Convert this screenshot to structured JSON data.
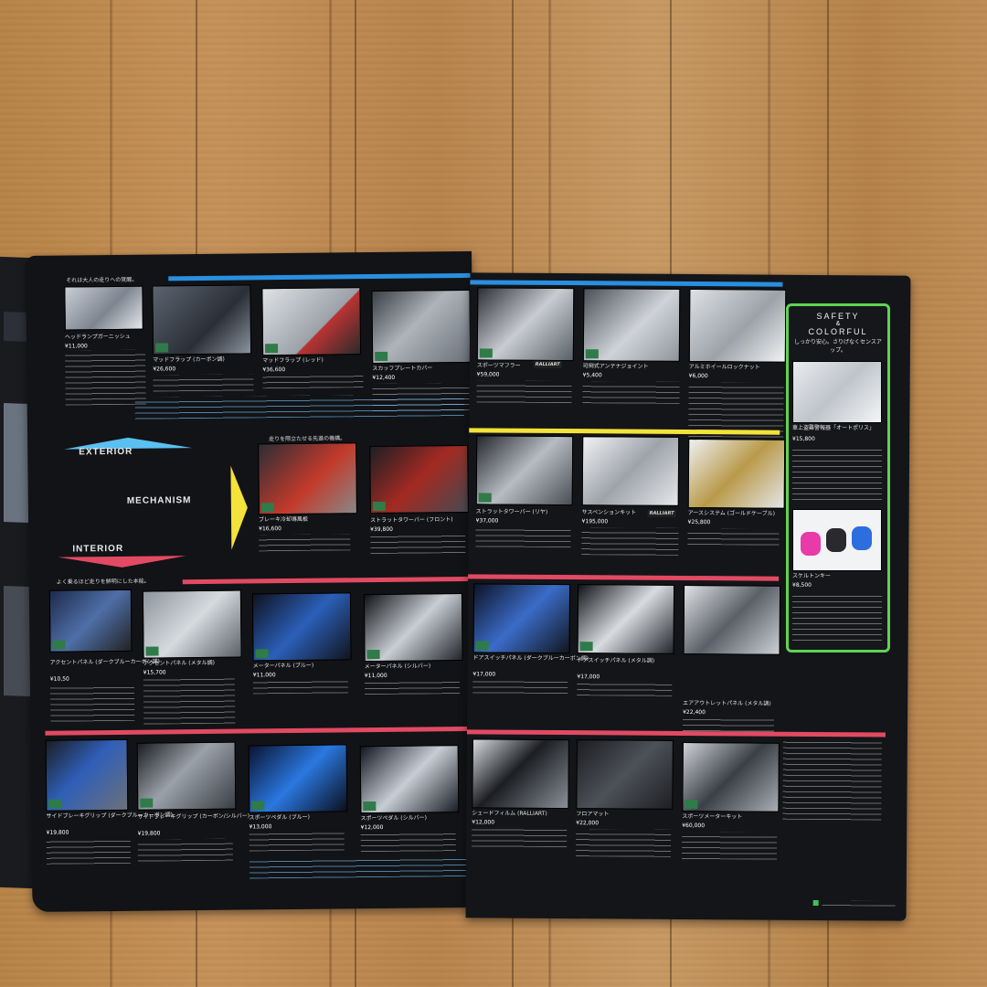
{
  "header": {
    "top_tagline": "それは大人の走りへの覚醒。"
  },
  "categories": {
    "exterior": "EXTERIOR",
    "mechanism": "MECHANISM",
    "interior": "INTERIOR"
  },
  "sections": {
    "mechanism_tagline": "走りを際立たせる先進の機構。",
    "interior_tagline": "よく乗るほど走りを鮮明にした本能。"
  },
  "safety": {
    "title_line1": "SAFETY",
    "title_amp": "&",
    "title_line2": "COLORFUL",
    "subtitle": "しっかり安心。さりげなくセンスアップ。"
  },
  "brand_tag": "RALLIART",
  "exterior_items": [
    {
      "name": "ヘッドランプガーニッシュ",
      "price": "¥11,000"
    },
    {
      "name": "マッドフラップ (カーボン調)",
      "price": "¥26,600"
    },
    {
      "name": "マッドフラップ (レッド)",
      "price": "¥36,600"
    },
    {
      "name": "スカッフプレートカバー",
      "price": "¥12,400"
    },
    {
      "name": "スポーツマフラー",
      "price": "¥59,000"
    },
    {
      "name": "可倒式アンテナジョイント",
      "price": "¥5,400"
    },
    {
      "name": "アルミホイールロックナット",
      "price": "¥6,000"
    }
  ],
  "mechanism_items": [
    {
      "name": "ブレーキ冷却導風板",
      "price": "¥16,600"
    },
    {
      "name": "ストラットタワーバー (フロント)",
      "price": "¥39,800"
    },
    {
      "name": "ストラットタワーバー (リヤ)",
      "price": "¥37,000"
    },
    {
      "name": "サスペンションキット",
      "price": "¥195,000"
    },
    {
      "name": "アースシステム (ゴールドケーブル)",
      "price": "¥25,800"
    }
  ],
  "interior_items": [
    {
      "name": "アクセントパネル (ダークブルーカーボン調)",
      "price": "¥10,50"
    },
    {
      "name": "アクセントパネル (メタル調)",
      "price": "¥15,700"
    },
    {
      "name": "メーターパネル (ブルー)",
      "price": "¥11,000"
    },
    {
      "name": "メーターパネル (シルバー)",
      "price": "¥11,000"
    },
    {
      "name": "ドアスイッチパネル (ダークブルーカーボン調)",
      "price": "¥17,000"
    },
    {
      "name": "ドアスイッチパネル (メタル調)",
      "price": "¥17,000"
    },
    {
      "name": "エアアウトレットパネル (メタル調)",
      "price": "¥22,400"
    }
  ],
  "interior_items_2": [
    {
      "name": "サイドブレーキグリップ (ダークブルーカーボン調)",
      "price": "¥19,800"
    },
    {
      "name": "サイドブレーキグリップ (カーボン/シルバー)",
      "price": "¥19,800"
    },
    {
      "name": "スポーツペダル (ブルー)",
      "price": "¥13,000"
    },
    {
      "name": "スポーツペダル (シルバー)",
      "price": "¥12,000"
    },
    {
      "name": "シェードフィルム (RALLIART)",
      "price": "¥12,000"
    },
    {
      "name": "フロアマット",
      "price": "¥22,000"
    },
    {
      "name": "スポーツメーターキット",
      "price": "¥60,000"
    }
  ],
  "safety_items": [
    {
      "name": "車上盗難警報器「オートポリス」",
      "price": "¥15,800"
    },
    {
      "name": "スケルトンキー",
      "price": "¥8,500"
    }
  ],
  "colors": {
    "blue_bar": "#2a8fe0",
    "yellow_bar": "#f4e23a",
    "red_bar": "#e24a63",
    "safety_frame": "#5fd451",
    "page": "#121316"
  }
}
